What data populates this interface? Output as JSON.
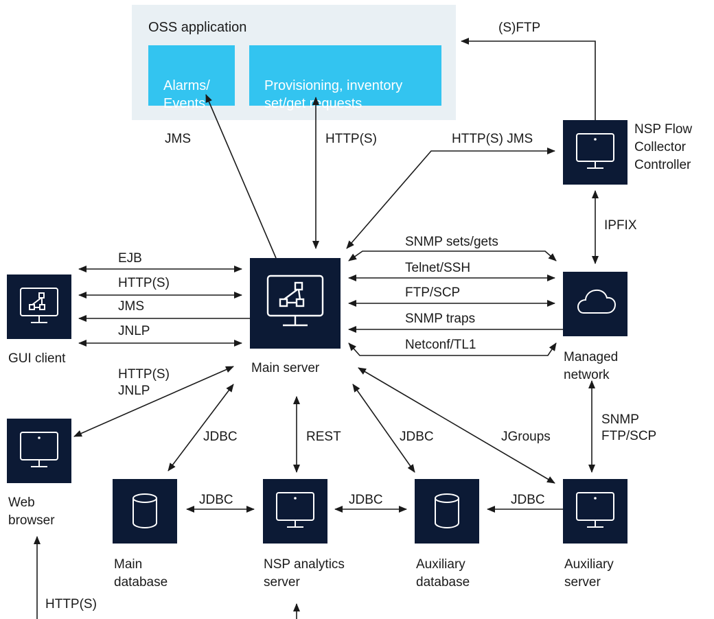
{
  "oss": {
    "title": "OSS application",
    "alarms_box": "Alarms/\nEvents",
    "provisioning_box": "Provisioning, inventory\nset/get requests"
  },
  "nodes": {
    "gui_client": "GUI client",
    "main_server": "Main server",
    "flow_collector": "NSP Flow\nCollector\nController",
    "managed_network": "Managed\nnetwork",
    "web_browser": "Web\nbrowser",
    "main_database": "Main\ndatabase",
    "analytics_server": "NSP analytics\nserver",
    "auxiliary_database": "Auxiliary\ndatabase",
    "auxiliary_server": "Auxiliary\nserver"
  },
  "links": {
    "oss_jms": "JMS",
    "oss_http": "HTTP(S)",
    "flow_http_jms": "HTTP(S) JMS",
    "sftp": "(S)FTP",
    "ipfix": "IPFIX",
    "gui_ejb": "EJB",
    "gui_http": "HTTP(S)",
    "gui_jms": "JMS",
    "gui_jnlp": "JNLP",
    "snmp_sets": "SNMP sets/gets",
    "telnet": "Telnet/SSH",
    "ftp_scp": "FTP/SCP",
    "snmp_traps": "SNMP traps",
    "netconf": "Netconf/TL1",
    "web_http_jnlp": "HTTP(S)\nJNLP",
    "main_db_jdbc": "JDBC",
    "rest": "REST",
    "aux_db_jdbc": "JDBC",
    "jgroups": "JGroups",
    "snmp_ftp": "SNMP\nFTP/SCP",
    "analytics_main_jdbc": "JDBC",
    "analytics_aux_jdbc": "JDBC",
    "aux_server_jdbc": "JDBC",
    "browser_http": "HTTP(S)"
  },
  "colors": {
    "node_fill": "#0c1a35",
    "oss_panel": "#e9f0f4",
    "oss_box": "#33c4f0",
    "line": "#1a1a1a"
  }
}
